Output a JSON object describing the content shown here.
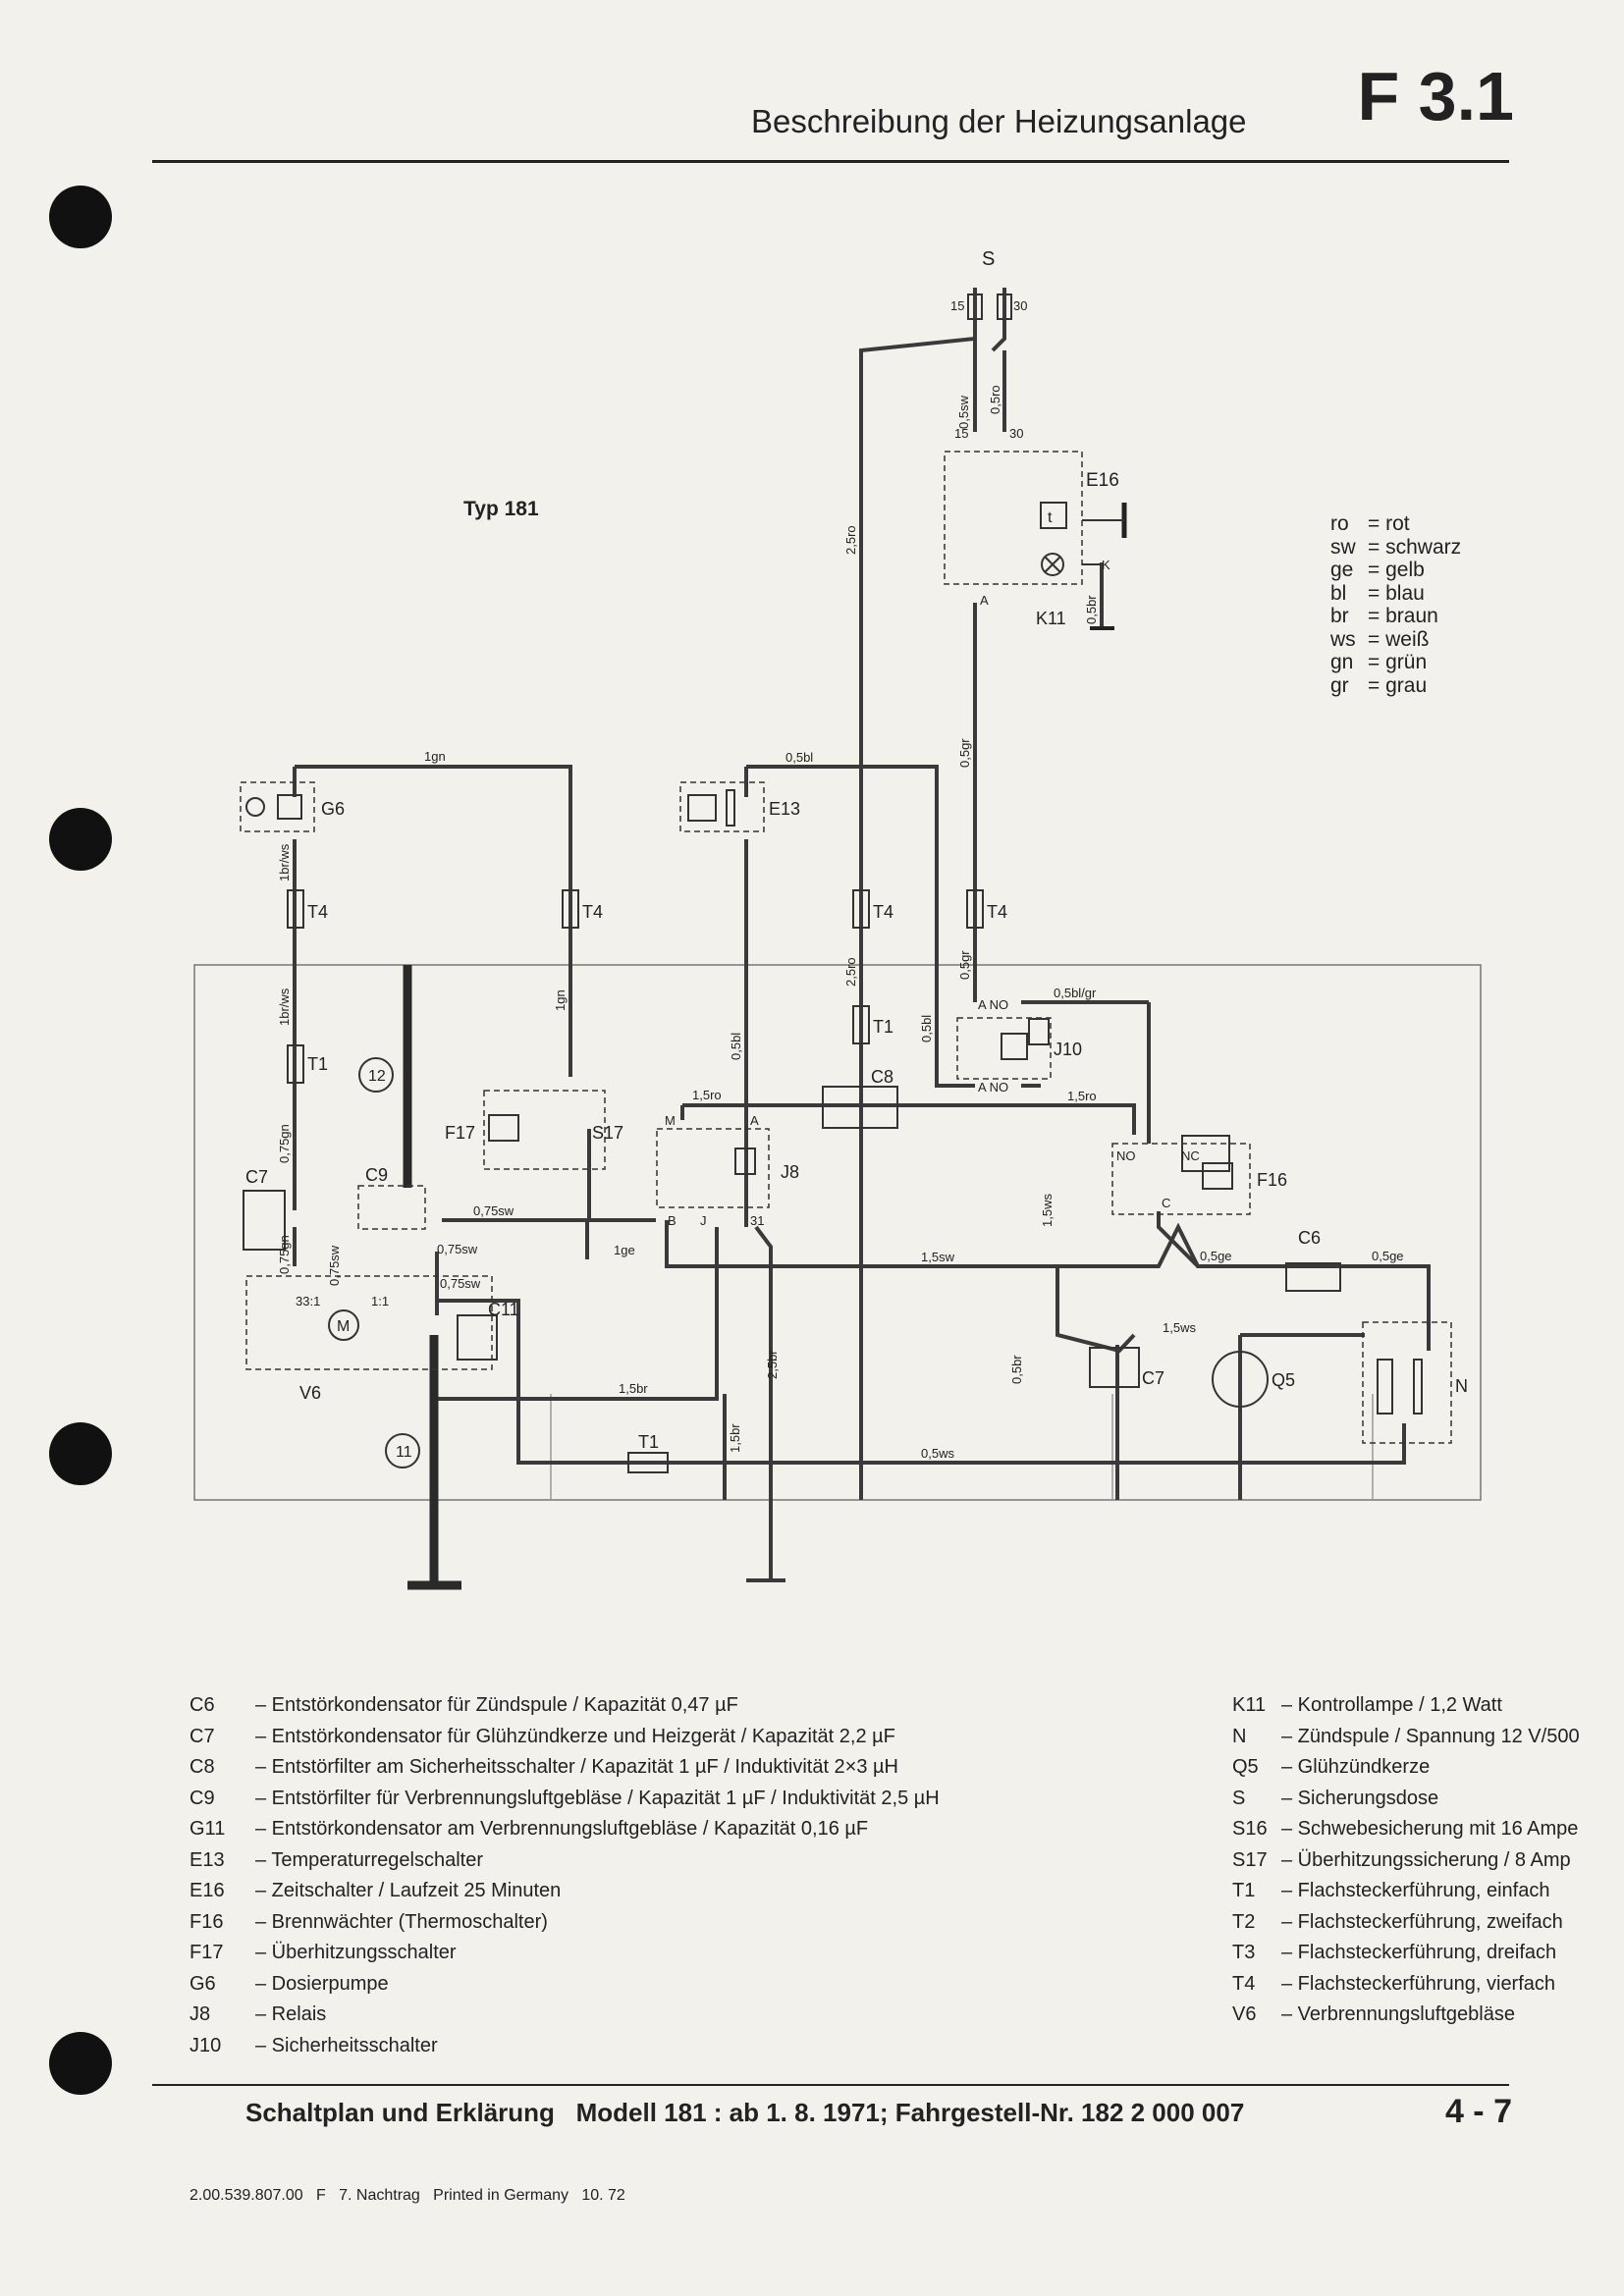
{
  "header": {
    "title": "Beschreibung der Heizungsanlage",
    "code": "F 3.1"
  },
  "diagram": {
    "type_label": "Typ 181",
    "components": {
      "S": "S",
      "E16": "E16",
      "K11": "K11",
      "G6": "G6",
      "E13": "E13",
      "T4": "T4",
      "T1": "T1",
      "C8": "C8",
      "J10": "J10",
      "F17": "F17",
      "S17": "S17",
      "J8": "J8",
      "F16": "F16",
      "C6": "C6",
      "C7": "C7",
      "C9": "C9",
      "C11": "C11",
      "V6": "V6",
      "Q5": "Q5",
      "N": "N",
      "M": "M",
      "t": "t"
    },
    "terminals": {
      "fuse_15": "15",
      "fuse_30": "30",
      "e16_15": "15",
      "e16_30": "30",
      "e16_a": "A",
      "e16_k": "K",
      "j10_a_no_top": "A  NO",
      "j10_a_no_bottom": "A  NO",
      "j8_m": "M",
      "j8_a": "A",
      "j8_b": "B",
      "j8_j": "J",
      "j8_31": "31",
      "f16_no": "NO",
      "f16_nc": "NC",
      "f16_c": "C",
      "v6_ratio1": "33:1",
      "v6_ratio2": "1:1"
    },
    "callouts": {
      "c12": "12",
      "c11": "11"
    },
    "wires": [
      "0,5sw",
      "0,5ro",
      "2,5ro",
      "0,5br",
      "0,5gr",
      "1gn",
      "0,5bl",
      "1br/ws",
      "1gn",
      "0,5bl",
      "2,5ro",
      "0,5gr",
      "0,5bl",
      "0,5bl/gr",
      "1br/ws",
      "0,75gn",
      "1,5ro",
      "1,5ro",
      "1,5ws",
      "0,75sw",
      "0,75sw",
      "0,75sw",
      "0,75gn",
      "0,75sw",
      "1ge",
      "1,5sw",
      "0,5ge",
      "0,5ge",
      "1,5ws",
      "2,5br",
      "0,5br",
      "1,5br",
      "1,5br",
      "0,5ws"
    ]
  },
  "color_key": [
    {
      "code": "ro",
      "name": "rot"
    },
    {
      "code": "sw",
      "name": "schwarz"
    },
    {
      "code": "ge",
      "name": "gelb"
    },
    {
      "code": "bl",
      "name": "blau"
    },
    {
      "code": "br",
      "name": "braun"
    },
    {
      "code": "ws",
      "name": "weiß"
    },
    {
      "code": "gn",
      "name": "grün"
    },
    {
      "code": "gr",
      "name": "grau"
    }
  ],
  "legend_left": [
    {
      "code": "C6",
      "text": "– Entstörkondensator für Zündspule / Kapazität 0,47 µF"
    },
    {
      "code": "C7",
      "text": "– Entstörkondensator für Glühzündkerze und Heizgerät / Kapazität 2,2 µF"
    },
    {
      "code": "C8",
      "text": "– Entstörfilter am Sicherheitsschalter / Kapazität 1 µF / Induktivität 2×3 µH"
    },
    {
      "code": "C9",
      "text": "– Entstörfilter für Verbrennungsluftgebläse / Kapazität 1 µF / Induktivität 2,5 µH"
    },
    {
      "code": "G11",
      "text": "– Entstörkondensator am Verbrennungsluftgebläse / Kapazität 0,16 µF"
    },
    {
      "code": "E13",
      "text": "– Temperaturregelschalter"
    },
    {
      "code": "E16",
      "text": "– Zeitschalter / Laufzeit 25 Minuten"
    },
    {
      "code": "F16",
      "text": "– Brennwächter (Thermoschalter)"
    },
    {
      "code": "F17",
      "text": "– Überhitzungsschalter"
    },
    {
      "code": "G6",
      "text": "– Dosierpumpe"
    },
    {
      "code": "J8",
      "text": "– Relais"
    },
    {
      "code": "J10",
      "text": "– Sicherheitsschalter"
    }
  ],
  "legend_right": [
    {
      "code": "K11",
      "text": "– Kontrollampe / 1,2 Watt"
    },
    {
      "code": "N",
      "text": "– Zündspule / Spannung 12 V/500"
    },
    {
      "code": "Q5",
      "text": "– Glühzündkerze"
    },
    {
      "code": "S",
      "text": "– Sicherungsdose"
    },
    {
      "code": "S16",
      "text": "– Schwebesicherung mit 16 Ampe"
    },
    {
      "code": "S17",
      "text": "– Überhitzungssicherung / 8 Amp"
    },
    {
      "code": "T1",
      "text": "– Flachsteckerführung, einfach"
    },
    {
      "code": "T2",
      "text": "– Flachsteckerführung, zweifach"
    },
    {
      "code": "T3",
      "text": "– Flachsteckerführung, dreifach"
    },
    {
      "code": "T4",
      "text": "– Flachsteckerführung, vierfach"
    },
    {
      "code": "V6",
      "text": "– Verbrennungsluftgebläse"
    }
  ],
  "footer": {
    "title": "Schaltplan und Erklärung   Modell 181 : ab 1. 8. 1971; Fahrgestell-Nr. 182 2 000 007",
    "page": "4 - 7",
    "print_line": "2.00.539.807.00   F   7. Nachtrag   Printed in Germany   10. 72"
  }
}
